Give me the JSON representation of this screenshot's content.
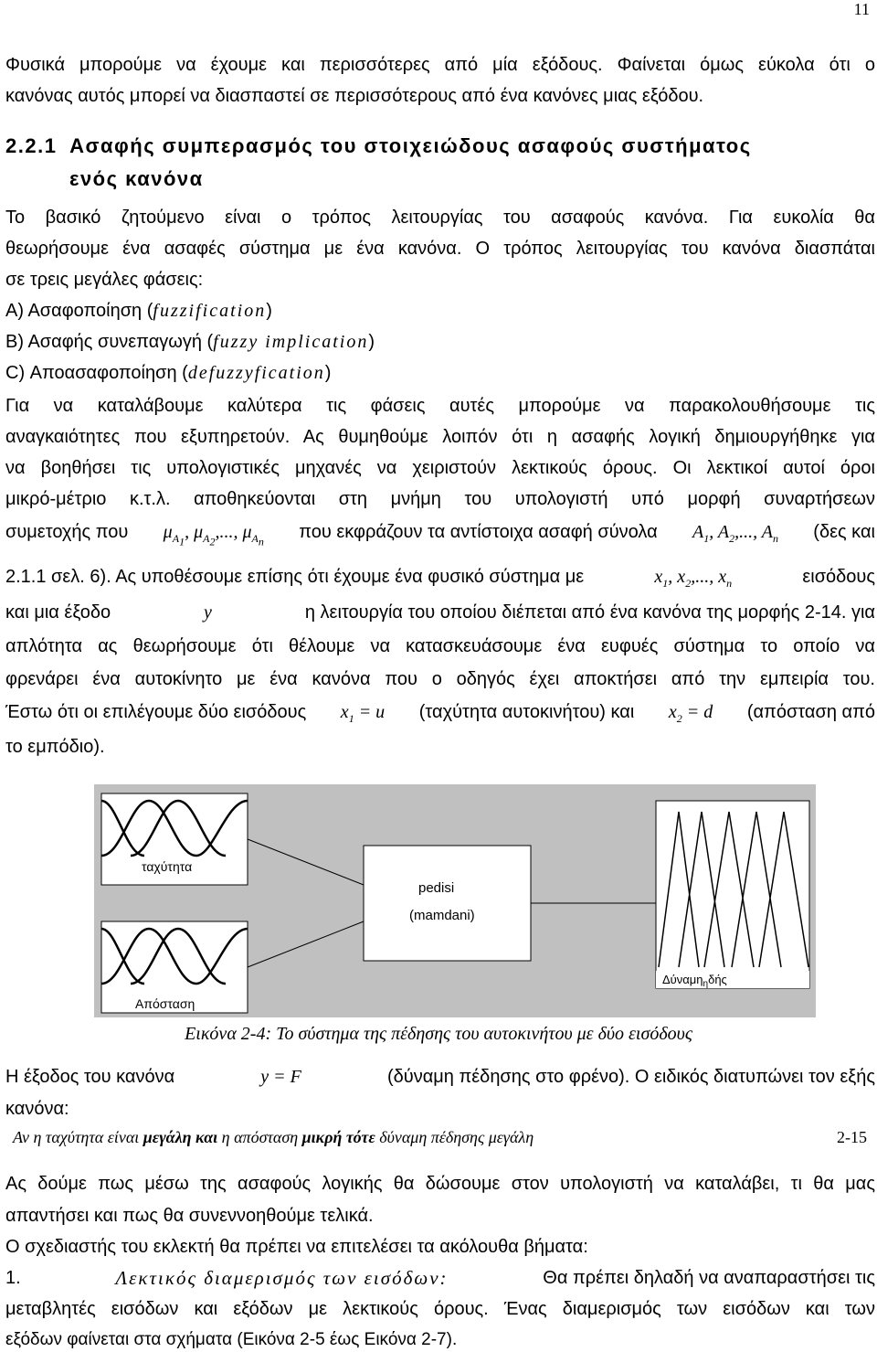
{
  "page_number": "11",
  "p1": [
    "Φυσικά μπορούμε να έχουμε και περισσότερες από μία εξόδους. Φαίνεται όμως εύκολα ότι ο",
    "κανόνας αυτός μπορεί να διασπαστεί σε περισσότερους από ένα κανόνες μιας εξόδου."
  ],
  "heading": {
    "number": "2.2.1",
    "line1": "Ασαφής  συμπερασμός  του  στοιχειώδους  ασαφούς  συστήματος",
    "line2": "ενός κανόνα"
  },
  "p2": [
    "Το βασικό ζητούμενο είναι ο τρόπος λειτουργίας του ασαφούς κανόνα. Για ευκολία θα",
    "θεωρήσουμε ένα ασαφές σύστημα με ένα κανόνα. Ο τρόπος λειτουργίας του κανόνα διασπάται",
    "σε τρεις μεγάλες φάσεις:"
  ],
  "phases": [
    {
      "label": "Α) Ασαφοποίηση (",
      "term": "fuzzification",
      "close": ")"
    },
    {
      "label": "Β) Ασαφής συνεπαγωγή (",
      "term": "fuzzy implication",
      "close": ")"
    },
    {
      "label": "C) Αποασαφοποίηση (",
      "term": "defuzzyfication",
      "close": ")"
    }
  ],
  "p3": [
    "Για να καταλάβουμε καλύτερα τις φάσεις αυτές μπορούμε να παρακολουθήσουμε τις",
    "αναγκαιότητες που εξυπηρετούν. Ας θυμηθούμε λοιπόν ότι η ασαφής λογική δημιουργήθηκε για",
    "να βοηθήσει τις υπολογιστικές μηχανές να χειριστούν λεκτικούς όρους. Οι λεκτικοί αυτοί όροι",
    "μικρό-μέτριο κ.τ.λ. αποθηκεύονται στη μνήμη του υπολογιστή υπό μορφή συναρτήσεων"
  ],
  "p3_line5": {
    "a": "συμετοχής που",
    "mu": "μ",
    "b": "που εκφράζουν τα αντίστοιχα ασαφή σύνολα",
    "c": "(δες και"
  },
  "p3_line6": {
    "a": "2.1.1 σελ. 6). Ας υποθέσουμε επίσης ότι έχουμε ένα φυσικό σύστημα με",
    "b": "εισόδους"
  },
  "p3_line7": {
    "a": "και μια έξοδο",
    "y": "y",
    "b": "η λειτουργία του οποίου διέπεται από ένα κανόνα της μορφής 2-14. για"
  },
  "p3_rest": [
    "απλότητα ας θεωρήσουμε ότι θέλουμε να κατασκευάσουμε ένα ευφυές σύστημα το οποίο να",
    "φρενάρει ένα αυτοκίνητο με ένα κανόνα που ο οδηγός έχει αποκτήσει από την εμπειρία του."
  ],
  "p3_line10": {
    "a": "Έστω ότι οι επιλέγουμε δύο εισόδους",
    "b": "(ταχύτητα αυτοκινήτου) και",
    "c": "(απόσταση από"
  },
  "p3_line11": "το εμπόδιο).",
  "figure": {
    "speed_label": "ταχύτητα",
    "distance_label": "Απόσταση",
    "box_line1": "pedisi",
    "box_line2": "(mamdani)",
    "force_label": "Δύναμη",
    "force_sub": "η",
    "force_label2": "δής"
  },
  "caption": "Εικόνα 2-4: Το σύστημα της πέδησης του αυτοκινήτου με δύο εισόδους",
  "p4_line1": {
    "a": "Η έξοδος του κανόνα",
    "b": "(δύναμη πέδησης στο φρένο). Ο ειδικός διατυπώνει τον εξής"
  },
  "p4_line2": "κανόνα:",
  "rule": {
    "t1": "Αν η ταχύτητα είναι ",
    "t2": "μεγάλη και",
    "t3": " η απόσταση ",
    "t4": "μικρή τότε",
    "t5": " δύναμη πέδησης μεγάλη",
    "number": "2-15"
  },
  "p5": [
    "Ας δούμε πως μέσω της ασαφούς λογικής θα δώσουμε στον υπολογιστή να καταλάβει, τι θα μας",
    "απαντήσει και πως θα συνεννοηθούμε τελικά.",
    "Ο σχεδιαστής του εκλεκτή θα πρέπει να επιτελέσει τα ακόλουθα βήματα:"
  ],
  "step1": {
    "num": "1.",
    "title": "Λεκτικός διαμερισμός των εισόδων:",
    "text": "Θα πρέπει δηλαδή να αναπαραστήσει τις",
    "line2": "μεταβλητές εισόδων και εξόδων με λεκτικούς όρους. Ένας διαμερισμός των εισόδων και των",
    "line3": "εξόδων φαίνεται στα σχήματα (Εικόνα 2-5 έως Εικόνα 2-7)."
  }
}
